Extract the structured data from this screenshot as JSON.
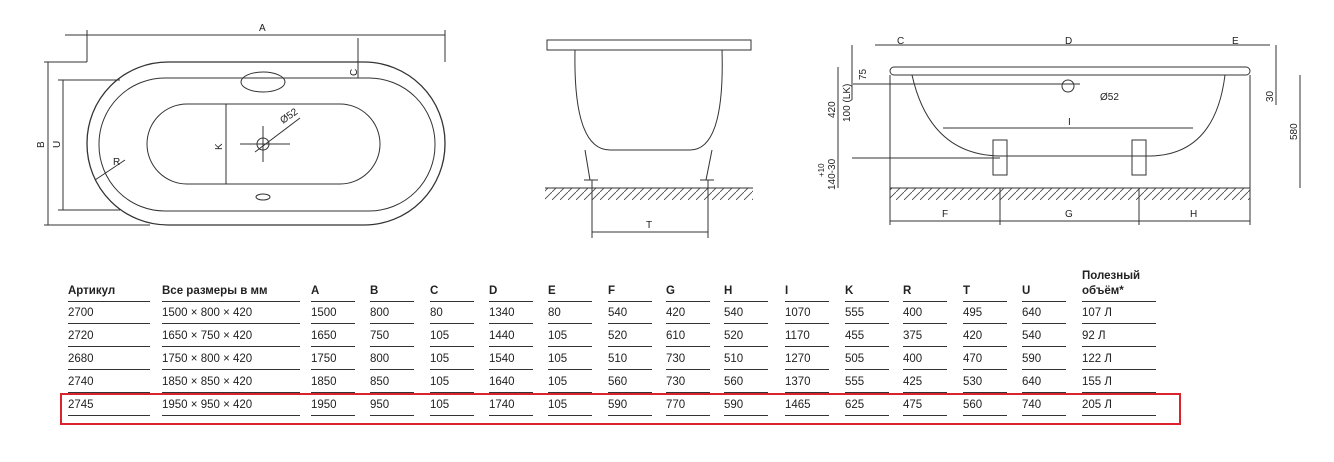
{
  "drawings": {
    "top_view": {
      "A": "A",
      "B": "B",
      "U": "U",
      "C": "C",
      "K": "K",
      "R": "R",
      "diameter": "Ø52"
    },
    "side_view": {
      "T": "T"
    },
    "front_view": {
      "C": "C",
      "D": "D",
      "E": "E",
      "F": "F",
      "G": "G",
      "H": "H",
      "I": "I",
      "dim_75": "75",
      "dim_420": "420",
      "dim_100": "100 (LK)",
      "dim_plus10": "+10",
      "dim_140": "140-30",
      "dim_30": "30",
      "dim_580": "580",
      "diameter": "Ø52"
    }
  },
  "table": {
    "headers": [
      "Артикул",
      "Все размеры в мм",
      "A",
      "B",
      "C",
      "D",
      "E",
      "F",
      "G",
      "H",
      "I",
      "K",
      "R",
      "T",
      "U",
      "Полезный",
      "объём*"
    ],
    "rows": [
      [
        "2700",
        "1500 × 800 × 420",
        "1500",
        "800",
        "80",
        "1340",
        "80",
        "540",
        "420",
        "540",
        "1070",
        "555",
        "400",
        "495",
        "640",
        "107 Л"
      ],
      [
        "2720",
        "1650 × 750 × 420",
        "1650",
        "750",
        "105",
        "1440",
        "105",
        "520",
        "610",
        "520",
        "1170",
        "455",
        "375",
        "420",
        "540",
        "92 Л"
      ],
      [
        "2680",
        "1750 × 800 × 420",
        "1750",
        "800",
        "105",
        "1540",
        "105",
        "510",
        "730",
        "510",
        "1270",
        "505",
        "400",
        "470",
        "590",
        "122 Л"
      ],
      [
        "2740",
        "1850 × 850 × 420",
        "1850",
        "850",
        "105",
        "1640",
        "105",
        "560",
        "730",
        "560",
        "1370",
        "555",
        "425",
        "530",
        "640",
        "155 Л"
      ],
      [
        "2745",
        "1950 × 950 × 420",
        "1950",
        "950",
        "105",
        "1740",
        "105",
        "590",
        "770",
        "590",
        "1465",
        "625",
        "475",
        "560",
        "740",
        "205 Л"
      ]
    ],
    "highlight_color": "#d9232d"
  }
}
